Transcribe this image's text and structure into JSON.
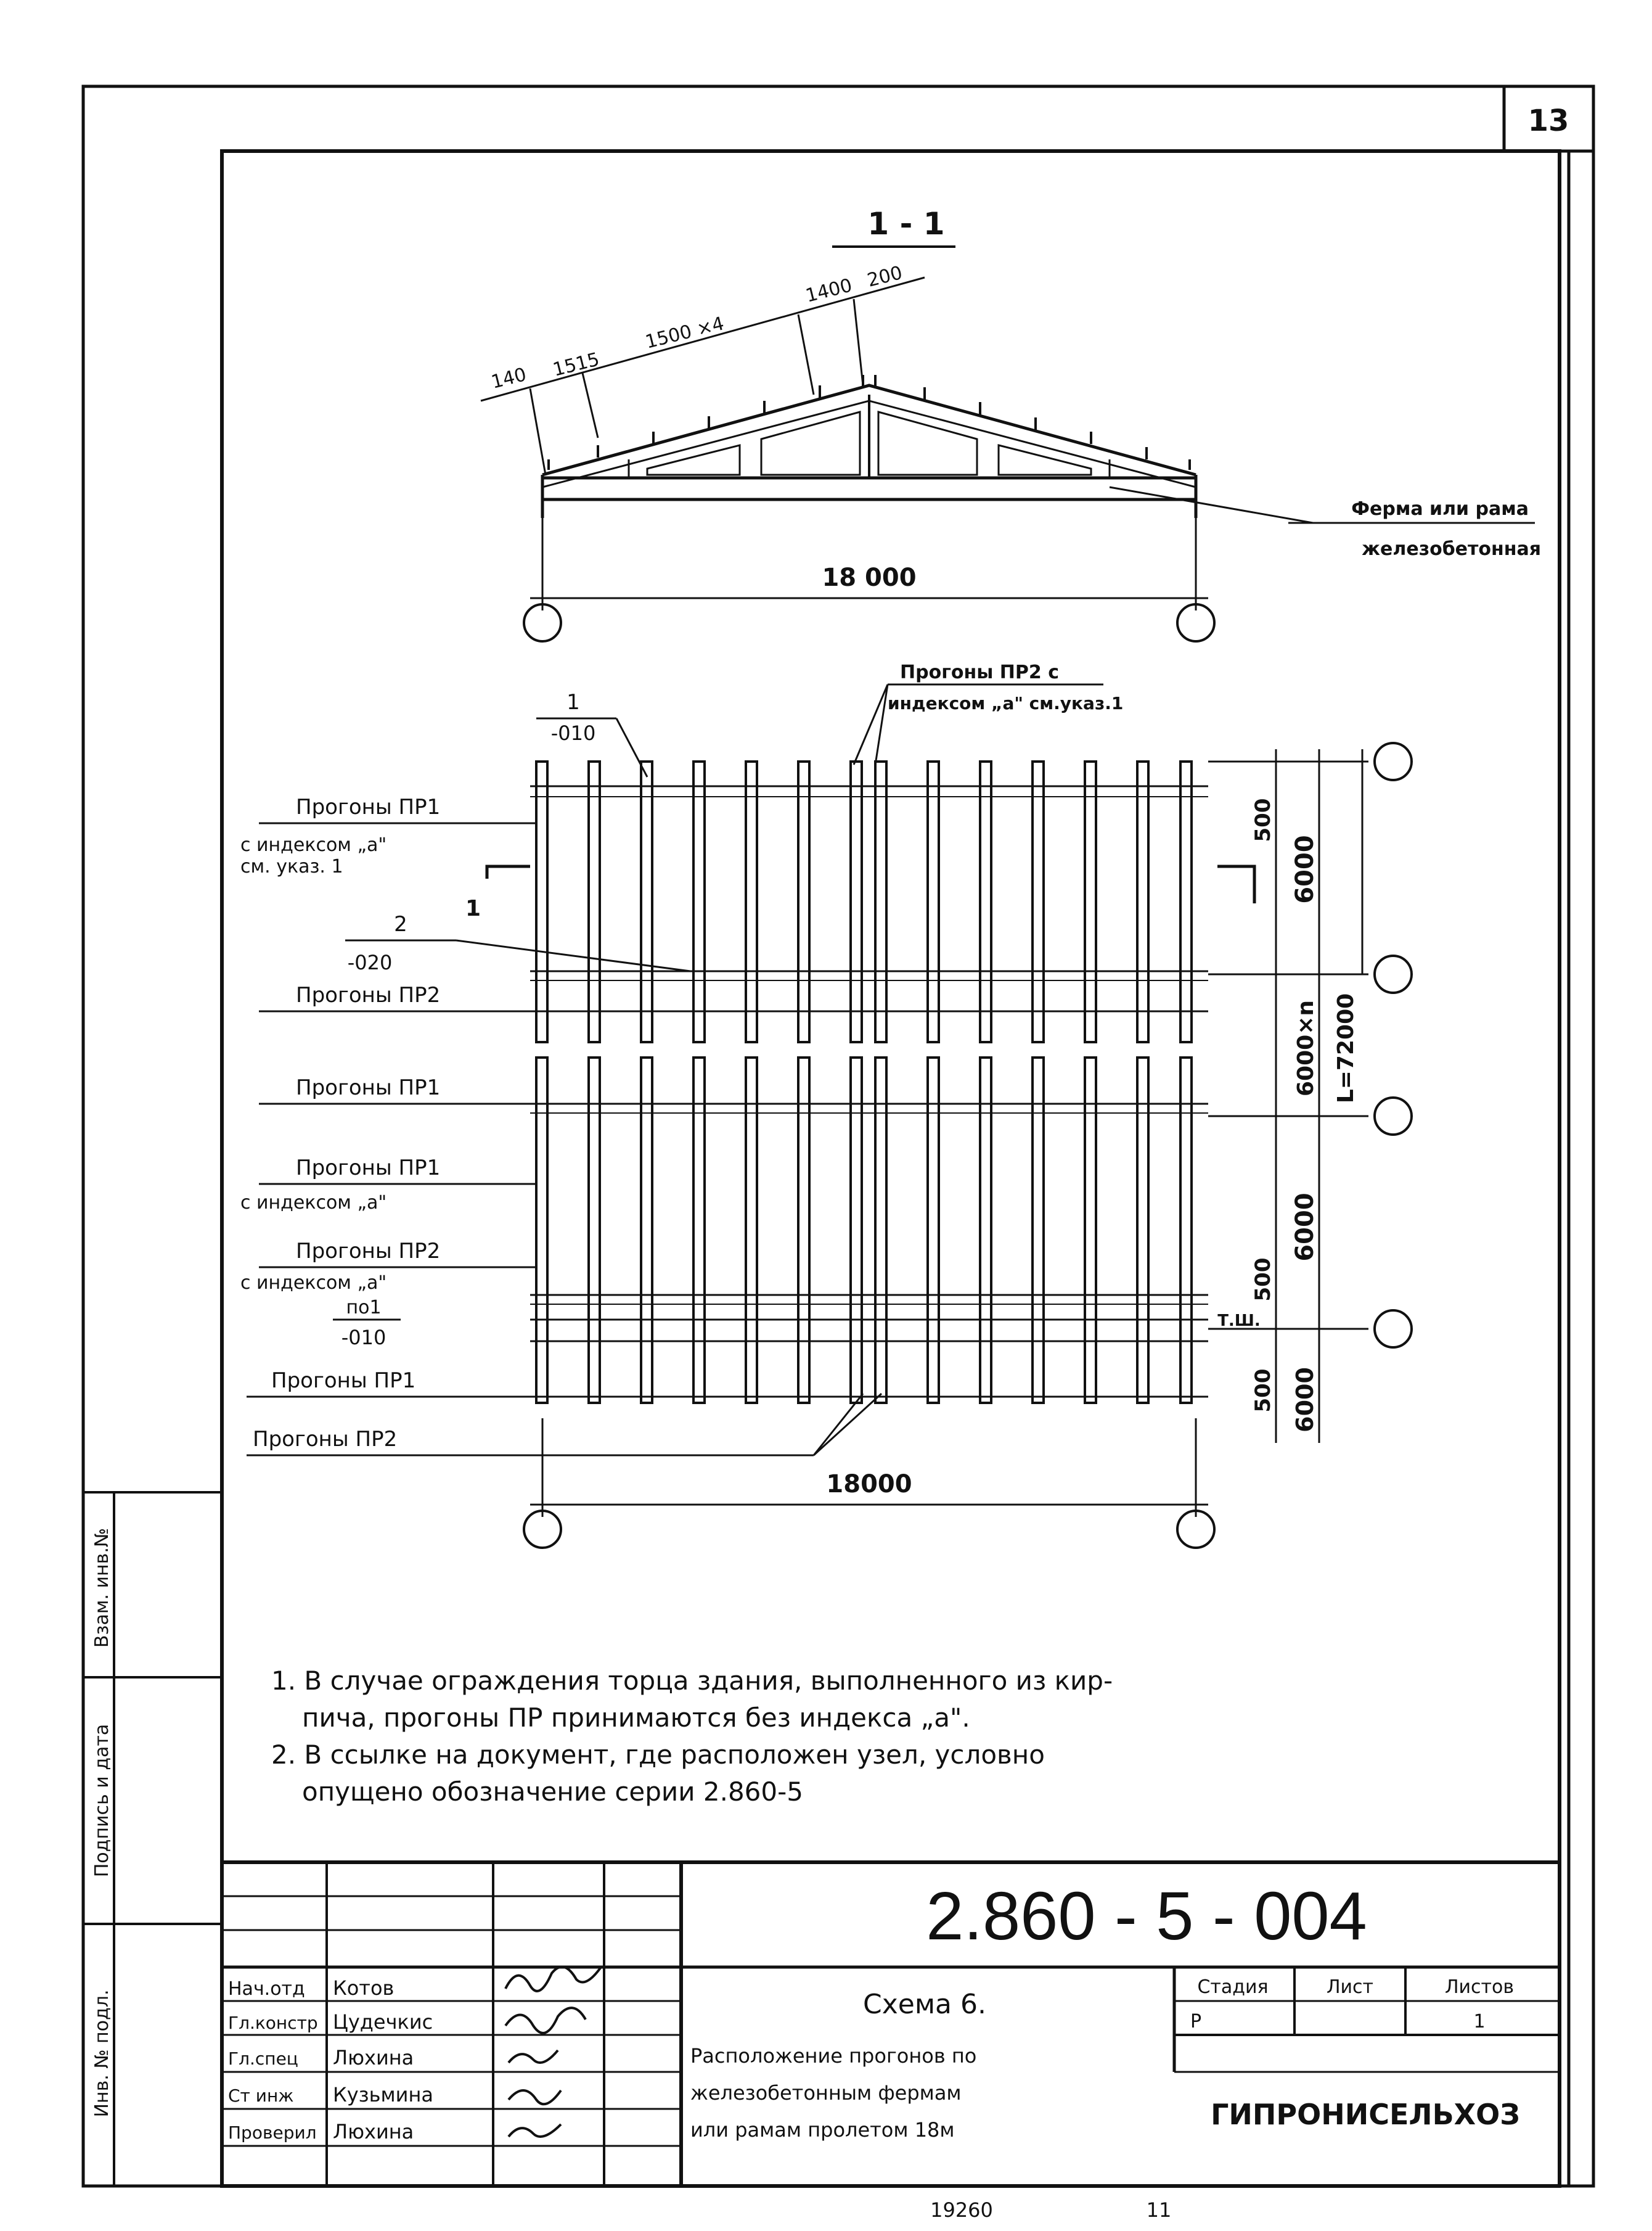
{
  "sheet_number": "13",
  "section": {
    "label": "1 - 1",
    "dim_top": [
      "140",
      "1515",
      "1500 ×4",
      "1400",
      "200"
    ],
    "span": "18 000"
  },
  "truss_note": [
    "Ферма или рама",
    "железобетонная"
  ],
  "plan": {
    "callout_top": [
      "Прогоны ПР2 с",
      "индексом „а\" см.указ.1"
    ],
    "ref_1": {
      "num": "1",
      "code": "-010"
    },
    "ref_2": {
      "num": "2",
      "code": "-020"
    },
    "ref_3": {
      "num": "по1",
      "code": "-010"
    },
    "labels": [
      [
        "Прогоны ПР1",
        "с индексом „а\"",
        "см. указ. 1"
      ],
      [
        "Прогоны ПР2"
      ],
      [
        "Прогоны ПР1"
      ],
      [
        "Прогоны ПР1",
        "с индексом „а\""
      ],
      [
        "Прогоны ПР2",
        "с индексом „а\""
      ],
      [
        "Прогоны ПР1"
      ],
      [
        "Прогоны ПР2"
      ]
    ],
    "cut_mark": "1",
    "dims_right": [
      "500",
      "6000",
      "6000×n",
      "L=72000",
      "6000",
      "500",
      "Т.Ш.",
      "500",
      "6000"
    ],
    "span_bottom": "18000"
  },
  "notes": [
    "1. В случае ограждения торца здания, выполненного из кир-",
    "пича, прогоны ПР принимаются без индекса „а\".",
    "2. В ссылке на документ, где расположен узел, условно",
    "опущено обозначение серии 2.860-5"
  ],
  "stamp": {
    "side_labels": [
      "Взам. инв.№",
      "Подпись и дата",
      "Инв. № подл."
    ],
    "doc_code": "2.860 - 5 - 004",
    "roles": [
      "Нач.отд",
      "Гл.констр",
      "Гл.спец",
      "Ст инж",
      "Проверил"
    ],
    "names": [
      "Котов",
      "Цудечкис",
      "Люхина",
      "Кузьмина",
      "Люхина"
    ],
    "title": [
      "Схема 6.",
      "Расположение прогонов по",
      "железобетонным фермам",
      "или рамам пролетом 18м"
    ],
    "stage_hdr": "Стадия",
    "sheet_hdr": "Лист",
    "sheets_hdr": "Листов",
    "stage": "Р",
    "sheets": "1",
    "org": "ГИПРОНИСЕЛЬХОЗ",
    "bottom_code": "19260",
    "bottom_num": "11"
  }
}
